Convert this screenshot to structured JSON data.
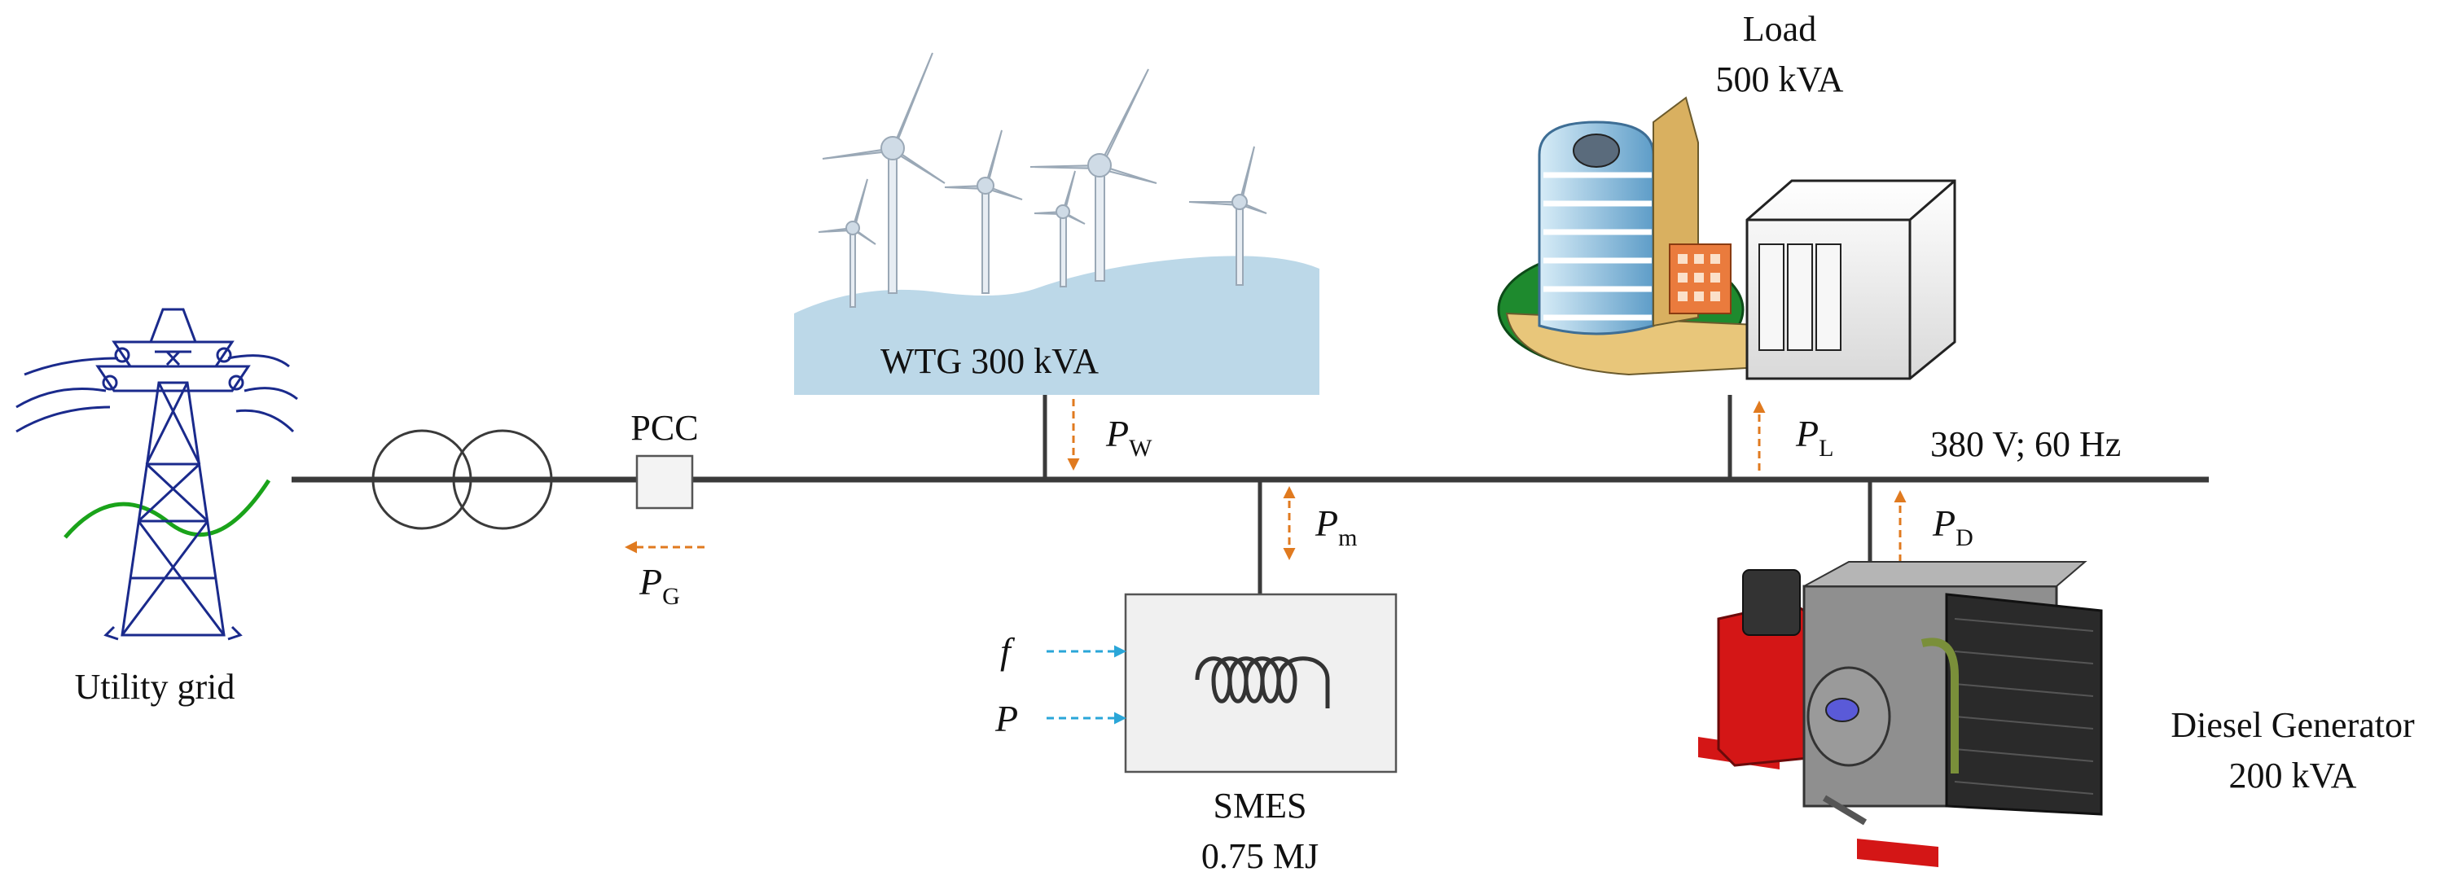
{
  "colors": {
    "bus": "#3a3a3a",
    "power_arrow": "#e07a1f",
    "control_arrow": "#2aa6d8",
    "tower": "#1a2a8c",
    "hill_grid": "#1aa31a",
    "wind_hills": "#bcd8e8",
    "smes_box": "#f0f0f0"
  },
  "utility_grid": {
    "label": "Utility grid",
    "icon": "transmission-tower-icon"
  },
  "transformer": {
    "icon": "transformer-icon"
  },
  "pcc": {
    "label": "PCC"
  },
  "wtg": {
    "label": "WTG 300 kVA",
    "icon": "wind-turbine-icon"
  },
  "load": {
    "title": "Load",
    "rating": "500 kVA",
    "icon": "building-load-icon"
  },
  "bus": {
    "label": "380 V; 60 Hz"
  },
  "smes": {
    "title": "SMES",
    "rating": "0.75 MJ",
    "icon": "coil-icon",
    "inputs": [
      {
        "label": "f"
      },
      {
        "label": "P"
      }
    ]
  },
  "diesel": {
    "title": "Diesel Generator",
    "rating": "200 kVA",
    "icon": "diesel-generator-icon"
  },
  "power_flows": {
    "grid": {
      "symbol": "P",
      "sub": "G"
    },
    "wind": {
      "symbol": "P",
      "sub": "W"
    },
    "smes": {
      "symbol": "P",
      "sub": "m"
    },
    "load": {
      "symbol": "P",
      "sub": "L"
    },
    "diesel": {
      "symbol": "P",
      "sub": "D"
    }
  }
}
